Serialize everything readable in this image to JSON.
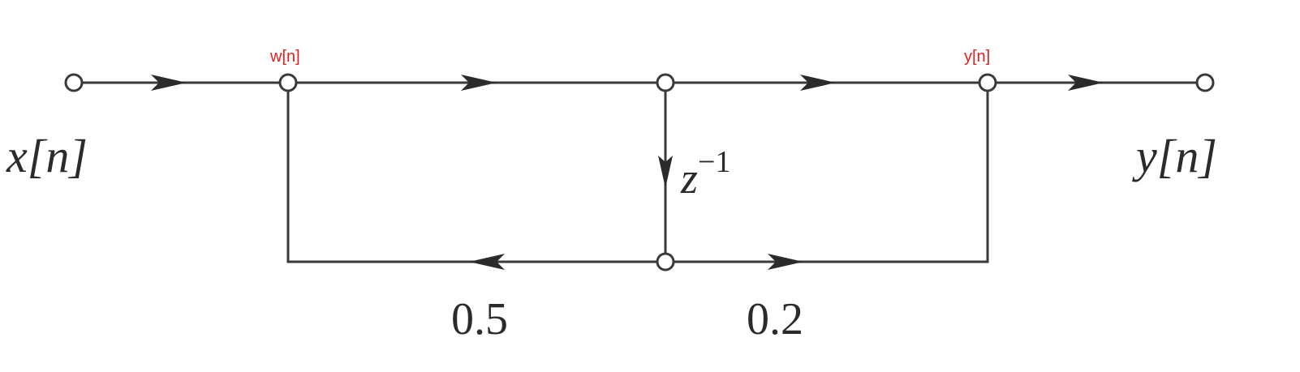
{
  "labels": {
    "input": "x[n]",
    "output": "y[n]",
    "delay_base": "z",
    "delay_exponent": "−1",
    "gain_feedback": "0.5",
    "gain_feedforward": "0.2",
    "annotation_w": "w[n]",
    "annotation_y": "y[n]"
  },
  "colors": {
    "line": "#3a3a3a",
    "annotation": "#e02020"
  }
}
